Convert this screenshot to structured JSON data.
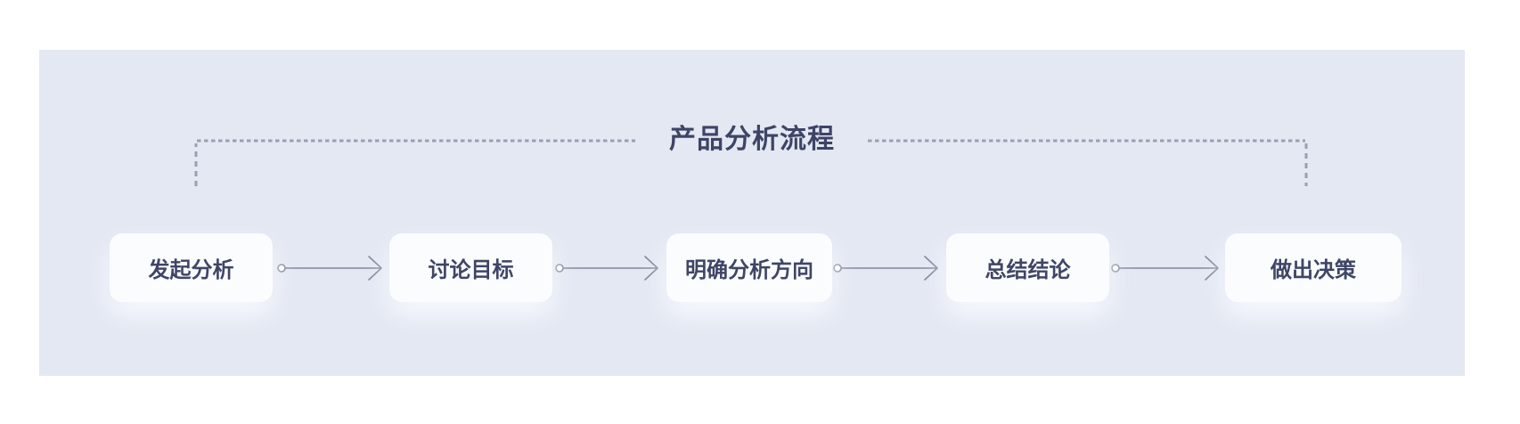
{
  "diagram": {
    "title": "产品分析流程",
    "nodes": [
      {
        "label": "发起分析"
      },
      {
        "label": "讨论目标"
      },
      {
        "label": "明确分析方向"
      },
      {
        "label": "总结结论"
      },
      {
        "label": "做出决策"
      }
    ],
    "connectors": [
      {
        "from": "发起分析",
        "to": "讨论目标"
      },
      {
        "from": "讨论目标",
        "to": "明确分析方向"
      },
      {
        "from": "明确分析方向",
        "to": "总结结论"
      },
      {
        "from": "总结结论",
        "to": "做出决策"
      }
    ],
    "icons": {
      "connector_start": "open-circle-icon",
      "connector_end": "chevron-arrow-icon",
      "title_frame": "dotted-bracket"
    },
    "colors": {
      "panel_background": "#e4e8f3",
      "node_background": "#fbfcfe",
      "text": "#3f4566",
      "connector": "#81869b",
      "dotted_line": "#9aa0b2"
    }
  }
}
